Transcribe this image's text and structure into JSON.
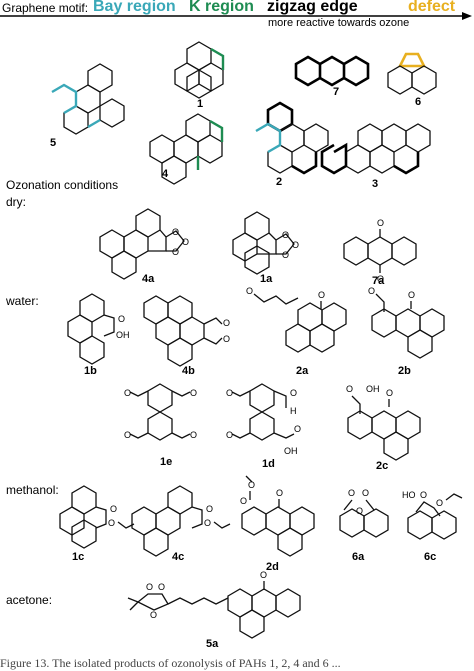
{
  "header": {
    "motif_label": "Graphene motif:",
    "bay_region": "Bay region",
    "k_region": "K region",
    "zigzag_edge": "zigzag edge",
    "defect": "defect",
    "reactivity_note": "more reactive towards ozone"
  },
  "colors": {
    "bay_region": "#3aa8b8",
    "k_region": "#1e8c52",
    "zigzag_edge": "#000000",
    "defect": "#e8b020"
  },
  "conditions_title": "Ozonation conditions",
  "solvents": {
    "dry": "dry:",
    "water": "water:",
    "methanol": "methanol:",
    "acetone": "acetone:"
  },
  "compounds": {
    "c1": "1",
    "c2": "2",
    "c3": "3",
    "c4": "4",
    "c5": "5",
    "c6": "6",
    "c7": "7",
    "c4a": "4a",
    "c1a": "1a",
    "c7a": "7a",
    "c1b": "1b",
    "c4b": "4b",
    "c2a": "2a",
    "c2b": "2b",
    "c1e": "1e",
    "c1d": "1d",
    "c2c": "2c",
    "c1c": "1c",
    "c4c": "4c",
    "c2d": "2d",
    "c6a": "6a",
    "c6c": "6c",
    "c5a": "5a"
  },
  "atoms": {
    "oh": "OH",
    "o": "O",
    "h": "H",
    "ho": "HO"
  },
  "caption": "Figure 13. The isolated products of ozonolysis of PAHs 1, 2, 4 and 6 ..."
}
